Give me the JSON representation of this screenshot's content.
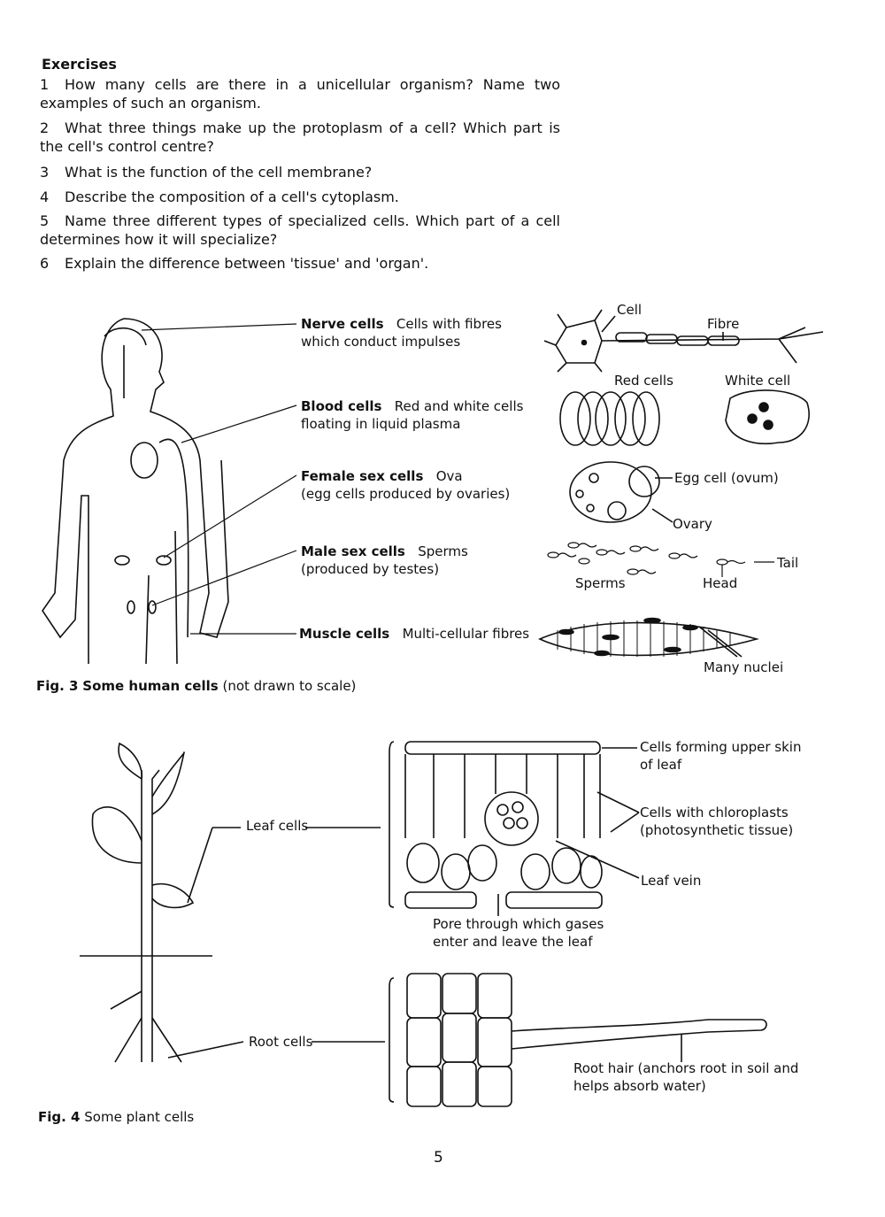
{
  "exercises": {
    "heading": "Exercises",
    "items": [
      {
        "num": "1",
        "text": "How many cells are there in a unicellular organism? Name two examples of such an organism."
      },
      {
        "num": "2",
        "text": "What three things make up the protoplasm of a cell? Which part is the cell's control centre?"
      },
      {
        "num": "3",
        "text": "What is the function of the cell membrane?"
      },
      {
        "num": "4",
        "text": "Describe the composition of a cell's cytoplasm."
      },
      {
        "num": "5",
        "text": "Name three different types of specialized cells. Which part of a cell determines how it will specialize?"
      },
      {
        "num": "6",
        "text": "Explain the difference between 'tissue' and 'organ'."
      }
    ]
  },
  "fig3": {
    "caption_num": "Fig. 3",
    "caption_bold": "Some human cells",
    "caption_rest": "(not drawn to scale)",
    "labels": [
      {
        "name": "Nerve cells",
        "desc1": "Cells with fibres",
        "desc2": "which conduct impulses"
      },
      {
        "name": "Blood cells",
        "desc1": "Red and white cells",
        "desc2": "floating in liquid plasma"
      },
      {
        "name": "Female sex cells",
        "desc1": "Ova",
        "desc2": "(egg cells produced by ovaries)"
      },
      {
        "name": "Male sex cells",
        "desc1": "Sperms",
        "desc2": "(produced by testes)"
      },
      {
        "name": "Muscle cells",
        "desc1": "Multi-cellular fibres",
        "desc2": ""
      }
    ],
    "diagram": {
      "cell": "Cell",
      "fibre": "Fibre",
      "red_cells": "Red cells",
      "white_cell": "White cell",
      "egg_cell": "Egg cell (ovum)",
      "ovary": "Ovary",
      "sperms": "Sperms",
      "head": "Head",
      "tail": "Tail",
      "many_nuclei": "Many nuclei"
    }
  },
  "fig4": {
    "caption_num": "Fig. 4",
    "caption_text": "Some plant cells",
    "leaf_cells": "Leaf cells",
    "root_cells": "Root cells",
    "upper_skin_1": "Cells forming upper skin",
    "upper_skin_2": "of leaf",
    "chloro_1": "Cells with chloroplasts",
    "chloro_2": "(photosynthetic tissue)",
    "leaf_vein": "Leaf vein",
    "pore_1": "Pore through which gases",
    "pore_2": "enter and leave the leaf",
    "root_hair_1": "Root hair (anchors root in soil and",
    "root_hair_2": "helps absorb water)"
  },
  "page_number": "5"
}
